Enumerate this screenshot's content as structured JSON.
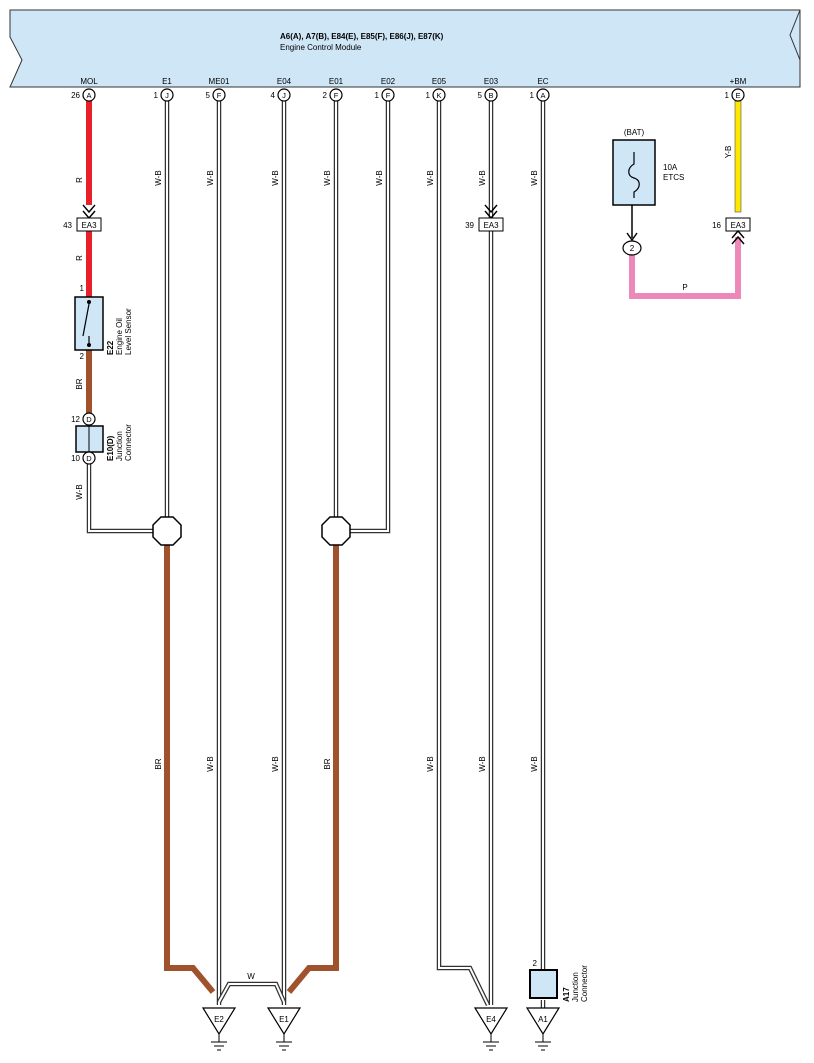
{
  "ecm": {
    "title": "A6(A), A7(B), E84(E), E85(F), E86(J), E87(K)",
    "subtitle": "Engine Control Module"
  },
  "terminals": [
    {
      "name": "MOL",
      "pin": "26",
      "conn": "A"
    },
    {
      "name": "E1",
      "pin": "1",
      "conn": "J"
    },
    {
      "name": "ME01",
      "pin": "5",
      "conn": "F"
    },
    {
      "name": "E04",
      "pin": "4",
      "conn": "J"
    },
    {
      "name": "E01",
      "pin": "2",
      "conn": "F"
    },
    {
      "name": "E02",
      "pin": "1",
      "conn": "F"
    },
    {
      "name": "E05",
      "pin": "1",
      "conn": "K"
    },
    {
      "name": "E03",
      "pin": "5",
      "conn": "B"
    },
    {
      "name": "EC",
      "pin": "1",
      "conn": "A"
    },
    {
      "name": "+BM",
      "pin": "1",
      "conn": "E"
    }
  ],
  "wire_colors": {
    "red": "R",
    "white_black": "W-B",
    "brown": "BR",
    "yellow_black": "Y-B",
    "pink": "P",
    "white": "W"
  },
  "colors": {
    "ecm_fill": "#cfe6f7",
    "red": "#e8202a",
    "brown": "#a0522d",
    "yellow": "#ffe800",
    "pink": "#ee88bb",
    "component_fill": "#cfe6f7"
  },
  "connectors": {
    "ea3_left": {
      "label": "EA3",
      "pin": "43"
    },
    "ea3_mid": {
      "label": "EA3",
      "pin": "39"
    },
    "ea3_right": {
      "label": "EA3",
      "pin": "16"
    }
  },
  "fuse": {
    "group": "(BAT)",
    "rating": "10A",
    "name": "ETCS",
    "pin": "2"
  },
  "oil_sensor": {
    "code": "E22",
    "name_line1": "Engine Oil",
    "name_line2": "Level Sensor",
    "pin_top": "1",
    "pin_bottom": "2"
  },
  "junction_e10": {
    "code": "E10(D)",
    "name_line1": "Junction",
    "name_line2": "Connector",
    "pin_top": "12",
    "pin_bottom": "10",
    "conn": "D"
  },
  "junction_a17": {
    "code": "A17",
    "name_line1": "Junction",
    "name_line2": "Connector",
    "pin": "2"
  },
  "grounds": [
    "E2",
    "E1",
    "E4",
    "A1"
  ]
}
